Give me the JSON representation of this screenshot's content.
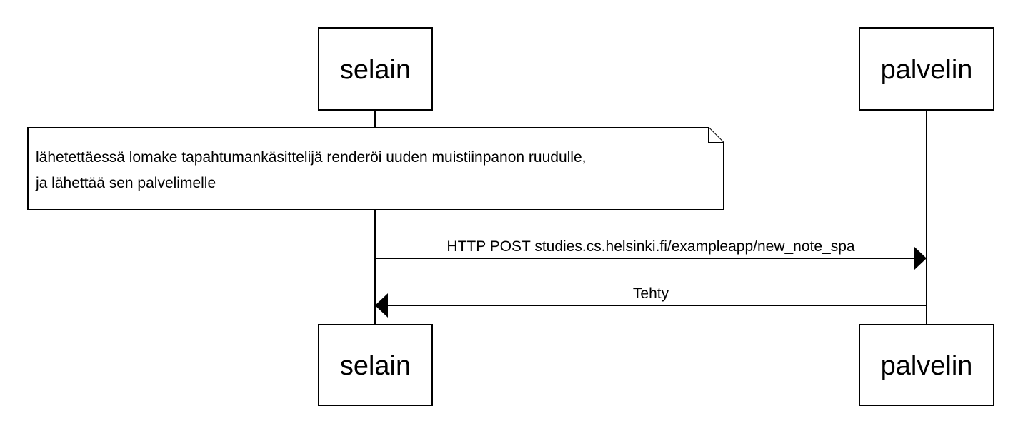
{
  "actors": [
    {
      "id": "browser",
      "label": "selain"
    },
    {
      "id": "server",
      "label": "palvelin"
    }
  ],
  "note": {
    "lines": [
      "lähetettäessä lomake tapahtumankäsittelijä renderöi uuden muistiinpanon ruudulle,",
      "ja lähettää sen palvelimelle"
    ]
  },
  "messages": [
    {
      "from": "browser",
      "to": "server",
      "label": "HTTP POST studies.cs.helsinki.fi/exampleapp/new_note_spa"
    },
    {
      "from": "server",
      "to": "browser",
      "label": "Tehty"
    }
  ]
}
